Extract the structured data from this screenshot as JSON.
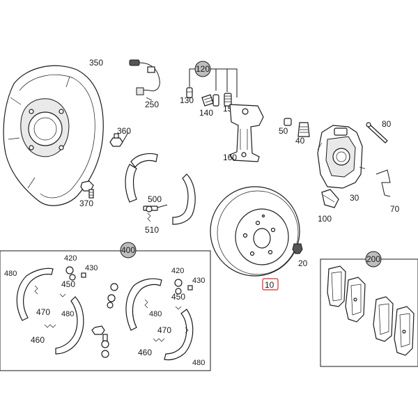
{
  "parts": {
    "p350": "350",
    "p250": "250",
    "p120": "120",
    "p130": "130",
    "p140": "140",
    "p150": "150",
    "p160": "160",
    "p360": "360",
    "p370": "370",
    "p500": "500",
    "p510": "510",
    "p50": "50",
    "p40": "40",
    "p80": "80",
    "p30": "30",
    "p70": "70",
    "p100": "100",
    "p20": "20",
    "p10": "10",
    "p400": "400",
    "p200": "200",
    "p420": "420",
    "p430": "430",
    "p450": "450",
    "p470": "470",
    "p480": "480",
    "p460": "460"
  },
  "colors": {
    "highlight": "#d9282a",
    "badge_fill": "#bdbdbd",
    "line": "#1a1a1a"
  }
}
